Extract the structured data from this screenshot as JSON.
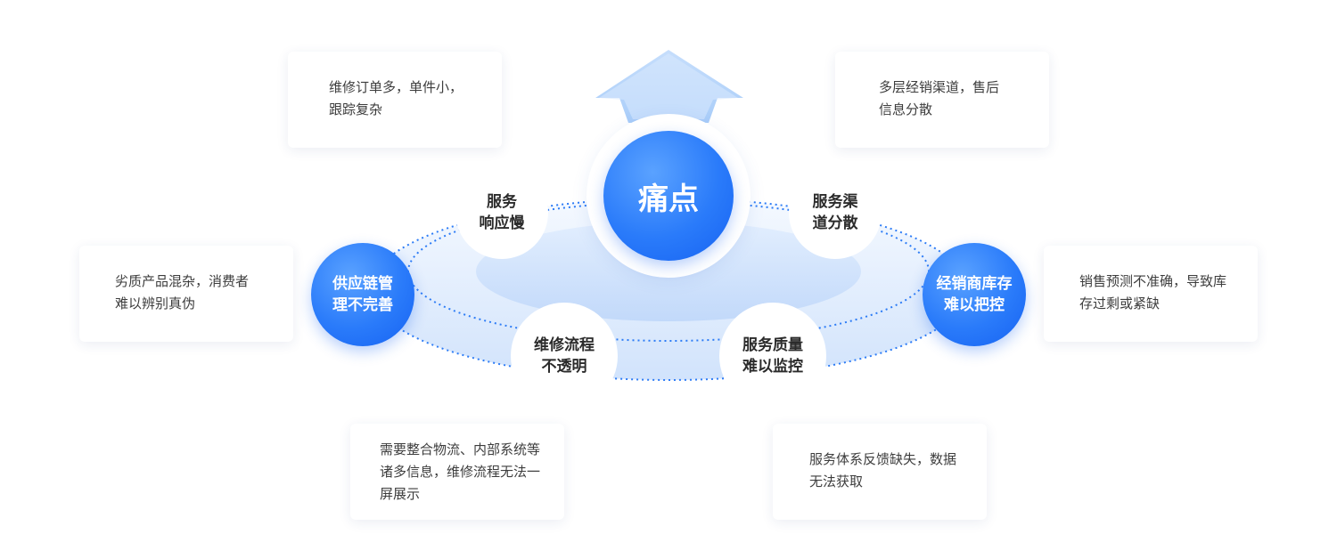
{
  "center": {
    "label": "痛点"
  },
  "small_nodes": [
    {
      "label": "服务\n响应慢"
    },
    {
      "label": "服务渠\n道分散"
    },
    {
      "label": "维修流程\n不透明"
    },
    {
      "label": "服务质量\n难以监控"
    }
  ],
  "side_nodes": [
    {
      "label": "供应链管\n理不完善"
    },
    {
      "label": "经销商库存\n难以把控"
    }
  ],
  "cards": [
    {
      "text": "维修订单多，单件小，跟踪复杂"
    },
    {
      "text": "多层经销渠道，售后信息分散"
    },
    {
      "text": "劣质产品混杂，消费者难以辨别真伪"
    },
    {
      "text": "销售预测不准确，导致库存过剩或紧缺"
    },
    {
      "text": "需要整合物流、内部系统等诸多信息，维修流程无法一屏展示"
    },
    {
      "text": "服务体系反馈缺失，数据无法获取"
    }
  ],
  "colors": {
    "primary": "#1f6ff5",
    "arrow": "#bcd8fb",
    "platform_light": "#eef5fe",
    "platform_mid": "#d6e7fd",
    "dotted": "#2d7cf6"
  }
}
